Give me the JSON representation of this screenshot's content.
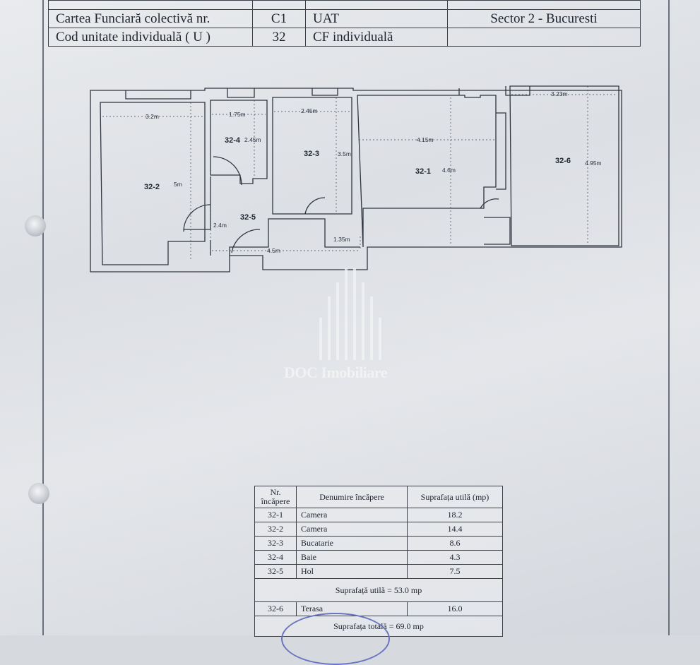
{
  "header": {
    "row1": {
      "label": "Cartea Funciară colectivă nr.",
      "value": "C1",
      "uat_label": "UAT",
      "uat_value": "Sector 2 - Bucuresti"
    },
    "row2": {
      "label": "Cod unitate individuală ( U )",
      "value": "32",
      "cf_label": "CF individuală"
    }
  },
  "plan": {
    "rooms": [
      {
        "id": "32-2",
        "width": "3.2m",
        "depth": "5m"
      },
      {
        "id": "32-4",
        "width": "1.75m",
        "depth": "2.45m"
      },
      {
        "id": "32-3",
        "width": "2.45m",
        "depth": "3.5m"
      },
      {
        "id": "32-1",
        "width": "4.15m",
        "depth": "4.6m"
      },
      {
        "id": "32-6",
        "width": "3.23m",
        "depth": "4.95m"
      },
      {
        "id": "32-5",
        "width": "4.5m",
        "depth": "2.4m",
        "extra": "1.35m"
      }
    ]
  },
  "watermark": "DOC Imobiliare",
  "table": {
    "headers": [
      "Nr. încăpere",
      "Denumire încăpere",
      "Suprafața utilă (mp)"
    ],
    "rows": [
      {
        "nr": "32-1",
        "name": "Camera",
        "area": "18.2"
      },
      {
        "nr": "32-2",
        "name": "Camera",
        "area": "14.4"
      },
      {
        "nr": "32-3",
        "name": "Bucatarie",
        "area": "8.6"
      },
      {
        "nr": "32-4",
        "name": "Baie",
        "area": "4.3"
      },
      {
        "nr": "32-5",
        "name": "Hol",
        "area": "7.5"
      }
    ],
    "subtotal": "Suprafață utilă = 53.0 mp",
    "terrace": {
      "nr": "32-6",
      "name": "Terasa",
      "area": "16.0"
    },
    "total": "Suprafața totală = 69.0 mp"
  }
}
